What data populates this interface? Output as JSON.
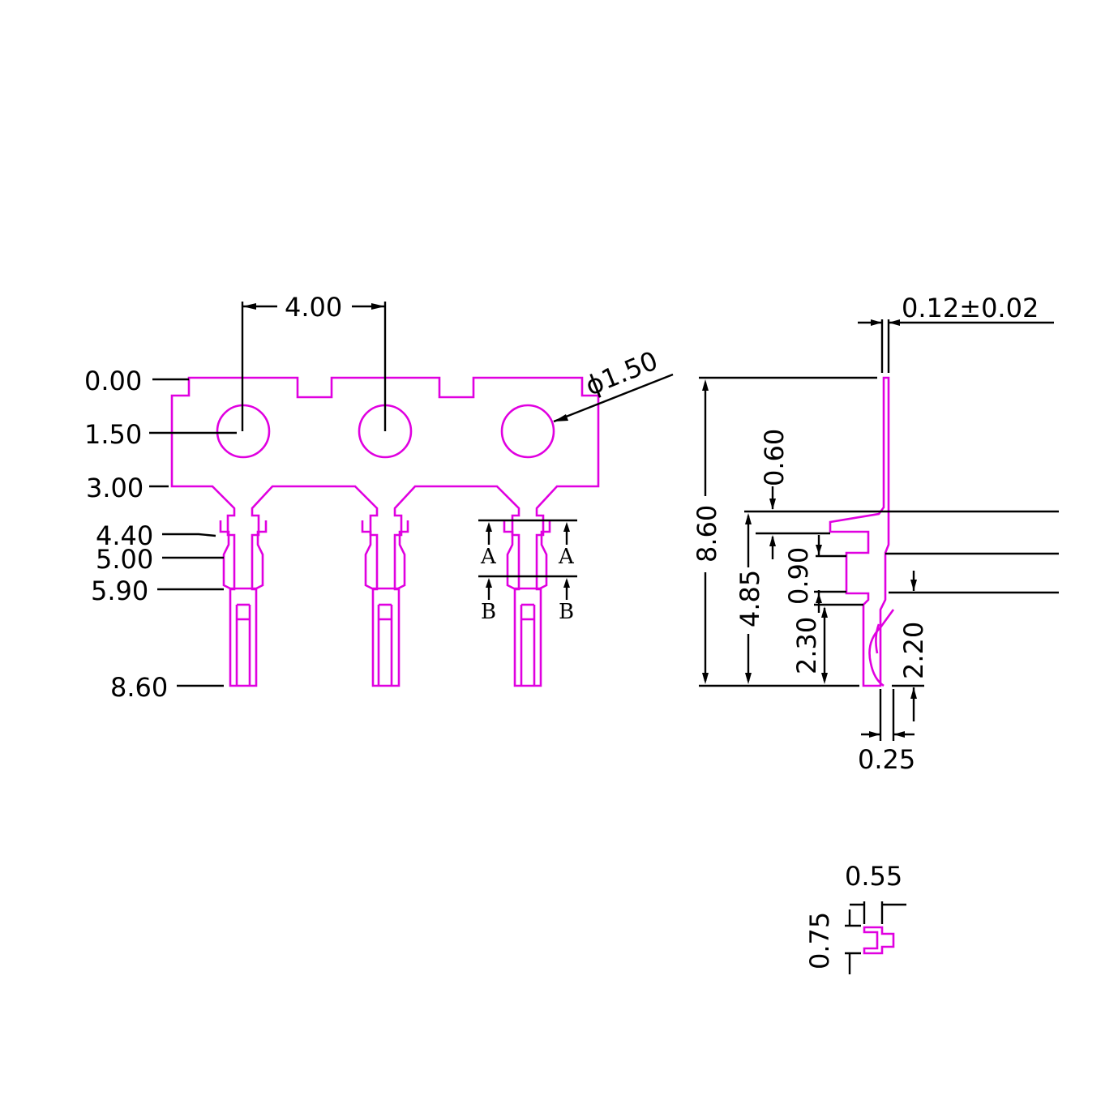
{
  "front_view": {
    "vertical_dims": [
      "0.00",
      "1.50",
      "3.00",
      "4.40",
      "5.00",
      "5.90",
      "8.60"
    ],
    "pitch": "4.00",
    "hole_diameter": "ϕ1.50",
    "section_marks": [
      "A",
      "A",
      "B",
      "B"
    ]
  },
  "side_view": {
    "thickness": "0.12±0.02",
    "dims": [
      "8.60",
      "4.85",
      "0.60",
      "0.90",
      "2.30",
      "2.20",
      "0.25"
    ]
  },
  "section_view": {
    "dims": [
      "0.55",
      "0.75"
    ]
  },
  "colors": {
    "part": "#e000e0",
    "dimension": "#000000",
    "background": "#ffffff"
  }
}
